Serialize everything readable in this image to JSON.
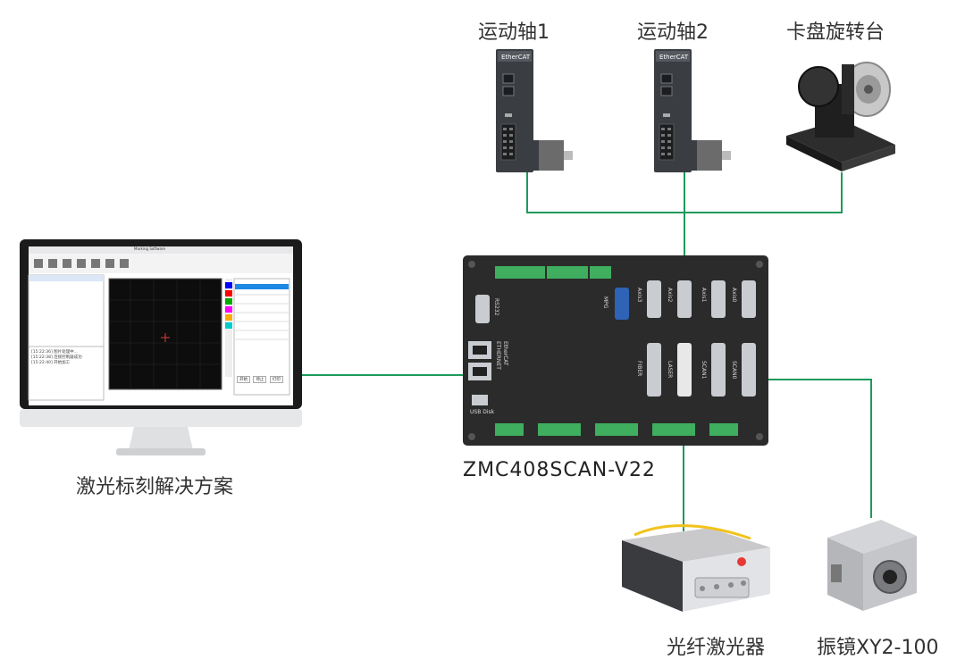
{
  "labels": {
    "axis1": "运动轴1",
    "axis2": "运动轴2",
    "rotary": "卡盘旋转台",
    "solution": "激光标刻解决方案",
    "controller_model": "ZMC408SCAN-V22",
    "fiber_laser": "光纤激光器",
    "galvo": "振镜XY2-100"
  },
  "colors": {
    "link": "#1e9a5a",
    "controller": "#2b2b2b",
    "terminal": "#3fae5e",
    "db_port": "#c9ccd1",
    "drive": "#3a3d42"
  },
  "drive_brand": "EtherCAT",
  "controller_ports": {
    "top": [
      "RS232",
      "MPG",
      "Axis3",
      "Axis2",
      "Axis1",
      "Axis0"
    ],
    "middle": [
      "FIBER",
      "LASER",
      "SCAN1",
      "SCAN0"
    ],
    "left": [
      "ETHERNET",
      "EtherCAT",
      "USB Disk"
    ]
  },
  "software": {
    "title": "Marking Software",
    "log_lines": [
      "[15:22:36] 图片处理中...",
      "[15:22:38] 连接控制器成功",
      "[15:22:40] 开始加工"
    ],
    "buttons": [
      "开始",
      "停止",
      "打印"
    ]
  }
}
